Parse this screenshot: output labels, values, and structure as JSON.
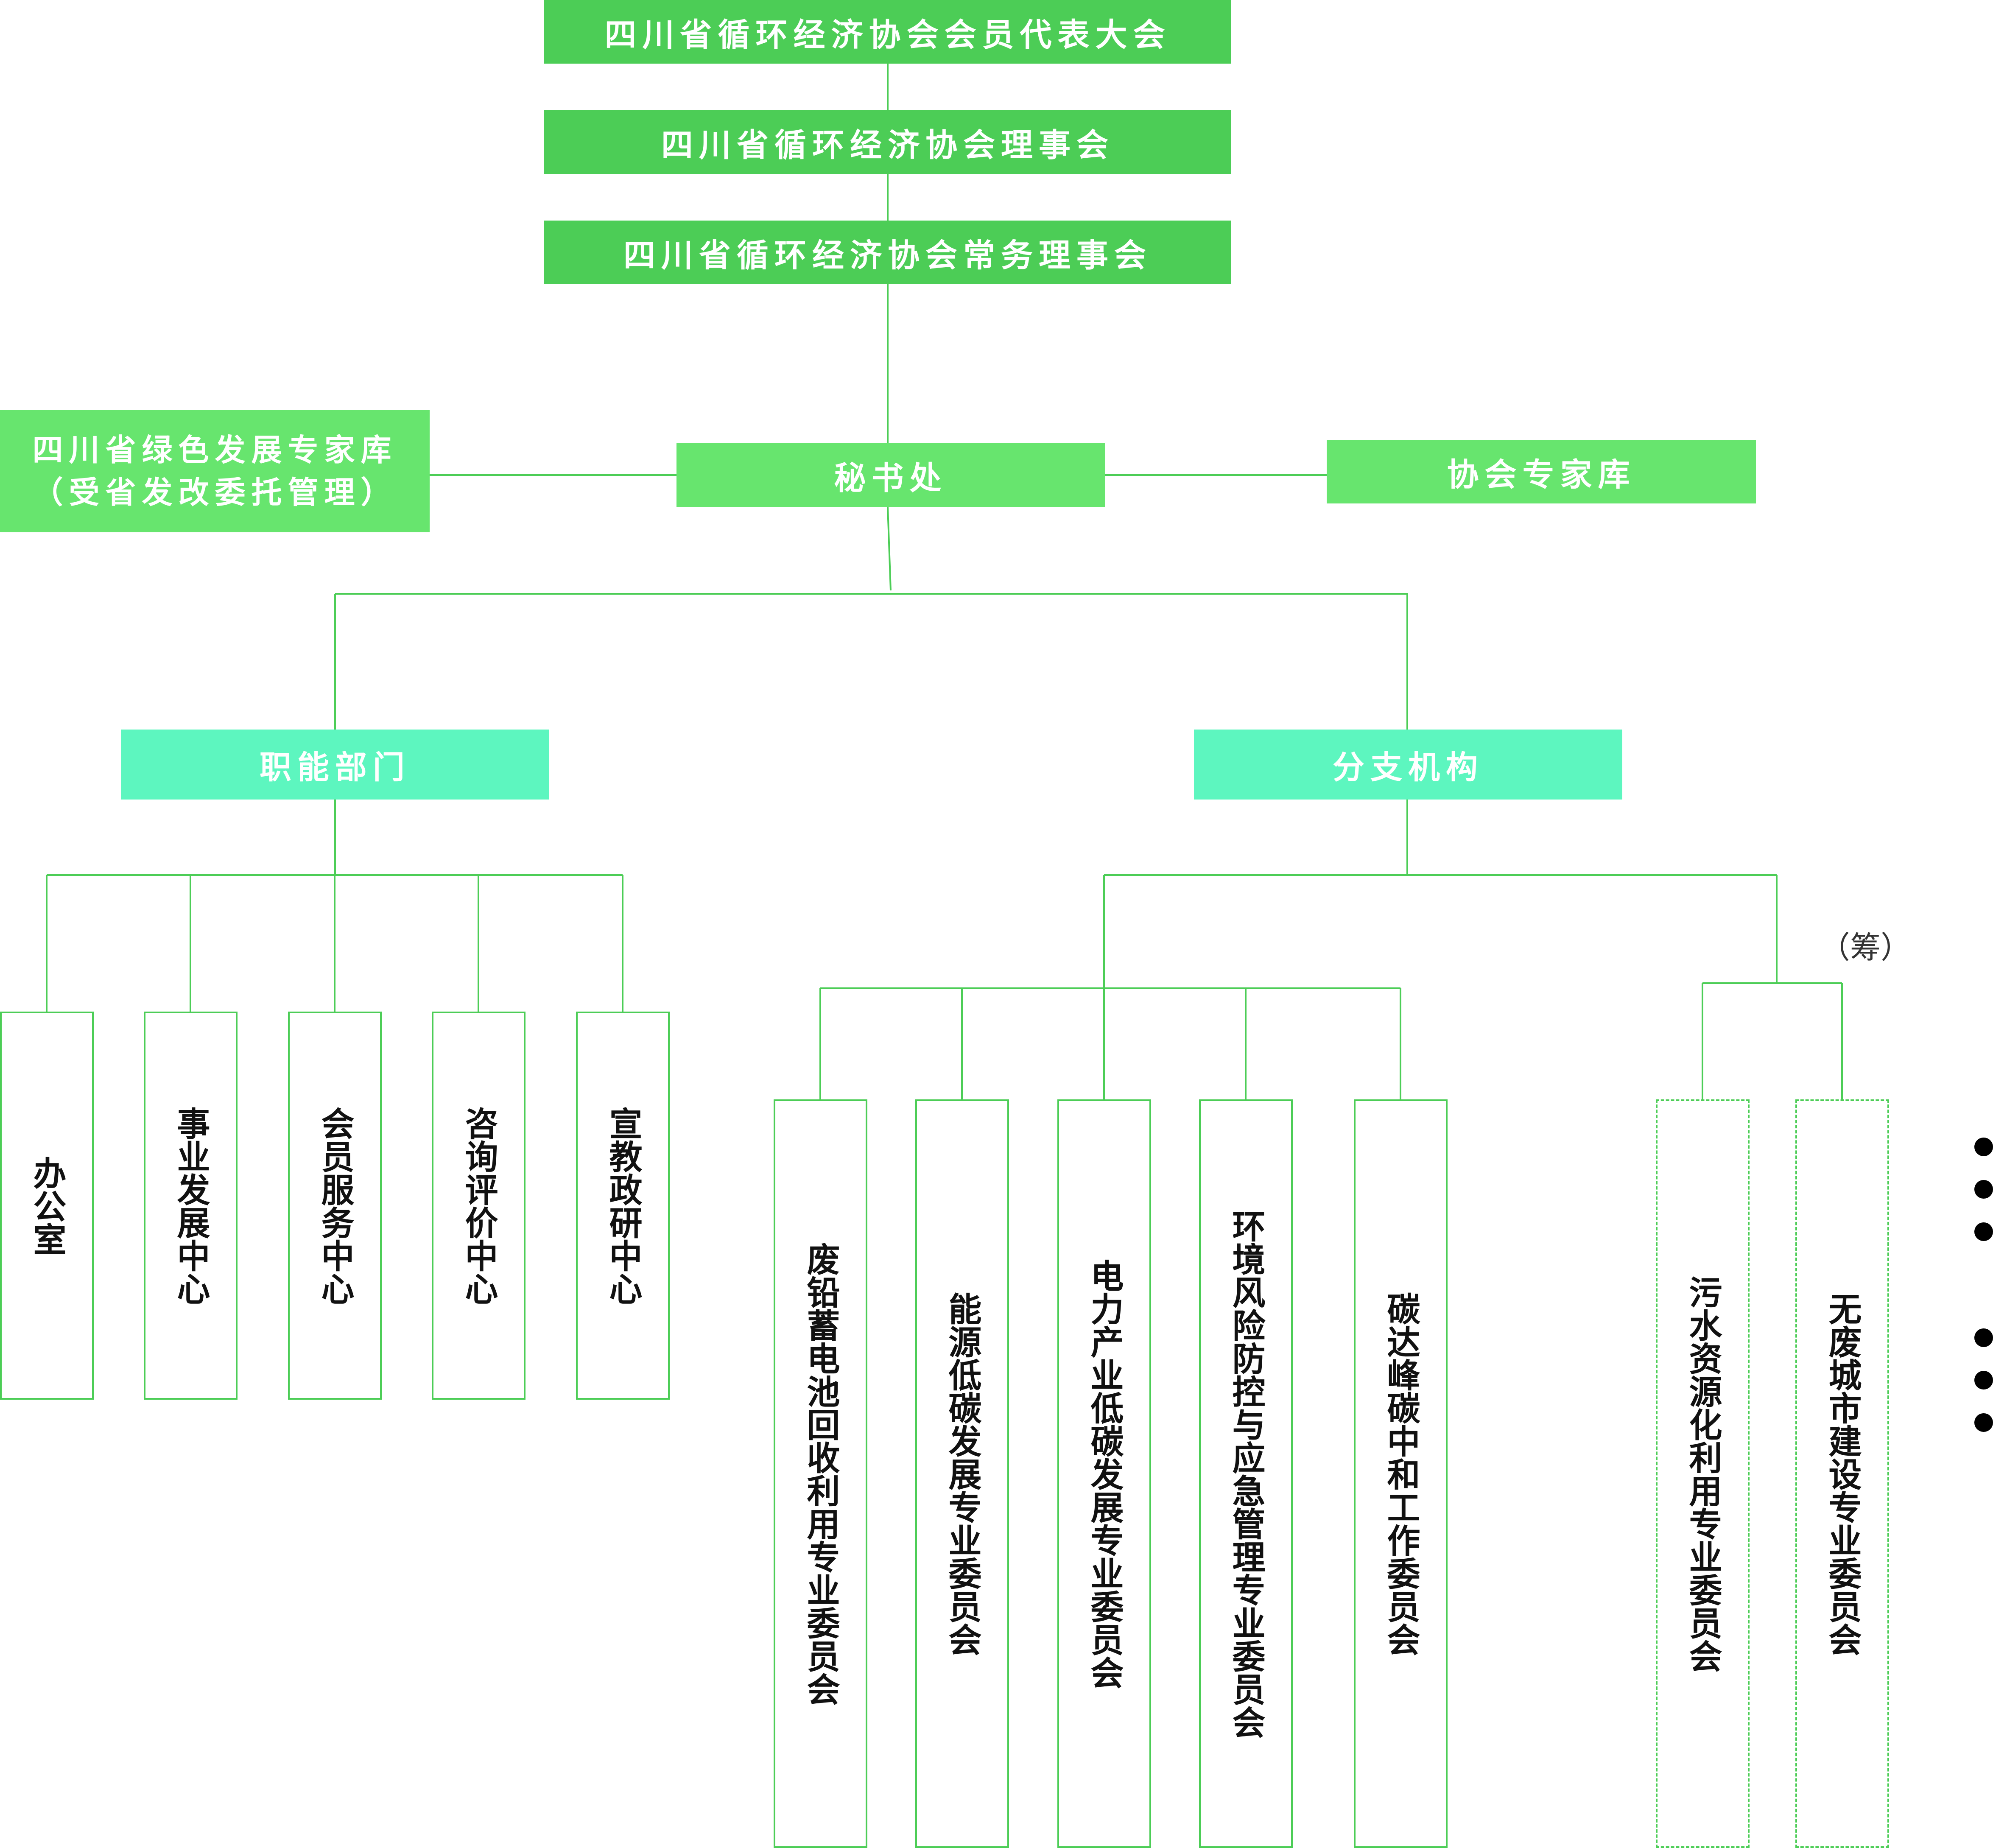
{
  "colors": {
    "governance": "#4ccd56",
    "secretariat": "#67e56e",
    "category": "#5df6bf",
    "line": "#4ccd56"
  },
  "governance": {
    "congress": "四川省循环经济协会会员代表大会",
    "council": "四川省循环经济协会理事会",
    "standing_council": "四川省循环经济协会常务理事会"
  },
  "secretariat": "秘书处",
  "expert_db_green": {
    "line1": "四川省绿色发展专家库",
    "line2": "（受省发改委托管理）"
  },
  "expert_db_association": "协会专家库",
  "functional": {
    "title": "职能部门",
    "items": [
      "办公室",
      "事业发展中心",
      "会员服务中心",
      "咨询评价中心",
      "宣教政研中心"
    ]
  },
  "branches": {
    "title": "分支机构",
    "committees": [
      "废铅蓄电池回收利用专业委员会",
      "能源低碳发展专业委员会",
      "电力产业低碳发展专业委员会",
      "环境风险防控与应急管理专业委员会",
      "碳达峰碳中和工作委员会"
    ],
    "preparing_note": "（筹）",
    "preparing": [
      "污水资源化利用专业委员会",
      "无废城市建设专业委员会"
    ]
  }
}
